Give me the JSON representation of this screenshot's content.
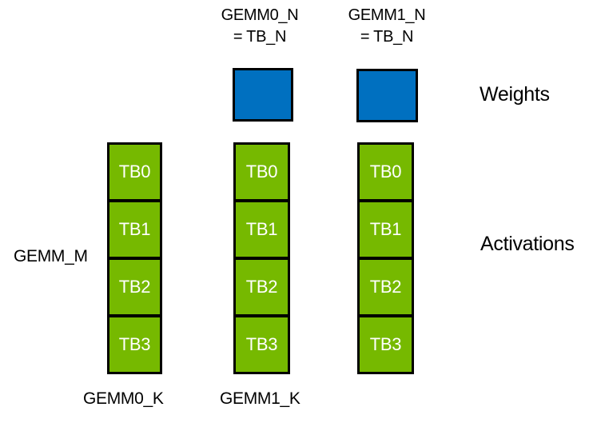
{
  "colors": {
    "green": "#76B900",
    "blue": "#0070C0",
    "border": "#000000",
    "label_text": "#000000",
    "cell_text": "#FFFFFF"
  },
  "header_labels": [
    {
      "line1": "GEMM0_N",
      "line2": "= TB_N"
    },
    {
      "line1": "GEMM1_N",
      "line2": "= TB_N"
    }
  ],
  "weights_label": "Weights",
  "activations_label": "Activations",
  "gemm_m_label": "GEMM_M",
  "bottom_labels": [
    "GEMM0_K",
    "GEMM1_K"
  ],
  "columns": [
    {
      "cells": [
        "TB0",
        "TB1",
        "TB2",
        "TB3"
      ]
    },
    {
      "cells": [
        "TB0",
        "TB1",
        "TB2",
        "TB3"
      ]
    },
    {
      "cells": [
        "TB0",
        "TB1",
        "TB2",
        "TB3"
      ]
    }
  ]
}
